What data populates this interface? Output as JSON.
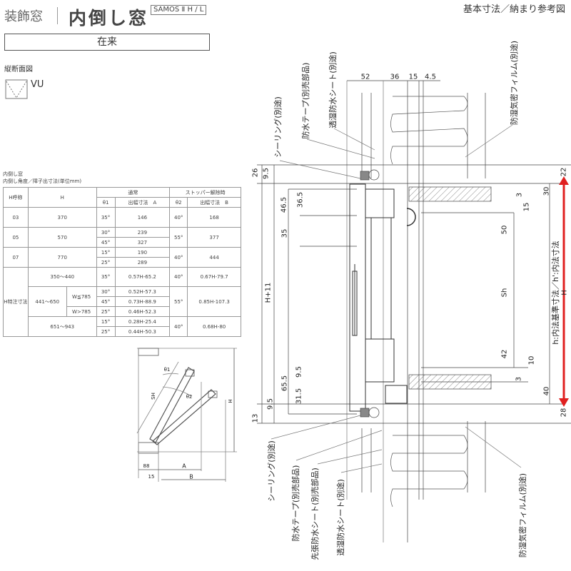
{
  "header": {
    "category": "装飾窓",
    "title": "内倒し窓",
    "series_badge": "SAMOS Ⅱ H / L",
    "page_title": "基本寸法／納まり参考図"
  },
  "construction_tab": "在来",
  "section_label": "縦断面図",
  "vu_label": "VU",
  "table": {
    "caption1": "内倒し窓",
    "caption2": "内倒し角度／障子出寸法(単位mm)",
    "h_name": "H呼称",
    "h": "H",
    "normal": "通常",
    "stopper": "ストッパー解除時",
    "theta1": "θ1",
    "width_a": "出幅寸法　A",
    "theta2": "θ2",
    "width_b": "出幅寸法　B",
    "rows": [
      {
        "name": "03",
        "h": "370",
        "t1": [
          "35°"
        ],
        "a": [
          "146"
        ],
        "t2": "40°",
        "b": "168"
      },
      {
        "name": "05",
        "h": "570",
        "t1": [
          "30°",
          "45°"
        ],
        "a": [
          "239",
          "327"
        ],
        "t2": "55°",
        "b": "377"
      },
      {
        "name": "07",
        "h": "770",
        "t1": [
          "15°",
          "25°"
        ],
        "a": [
          "190",
          "289"
        ],
        "t2": "40°",
        "b": "444"
      }
    ],
    "special": {
      "name": "H特注寸法",
      "r1": {
        "h": "350～440",
        "t1": "35°",
        "a": "0.57H-65.2",
        "t2": "40°",
        "b": "0.67H-79.7"
      },
      "r2": {
        "h": "441～650",
        "w1": "W≦785",
        "w2": "W>785",
        "t1": [
          "30°",
          "45°",
          "25°"
        ],
        "a": [
          "0.52H-57.3",
          "0.73H-88.9",
          "0.46H-52.3"
        ],
        "t2": "55°",
        "b": "0.85H-107.3"
      },
      "r3": {
        "h": "651～943",
        "t1": [
          "15°",
          "25°"
        ],
        "a": [
          "0.28H-25.4",
          "0.44H-50.3"
        ],
        "t2": "40°",
        "b": "0.68H-80"
      }
    }
  },
  "small_diagram": {
    "theta1": "θ1",
    "theta2": "θ2",
    "sh": "SH",
    "h": "H",
    "a": "A",
    "b": "B",
    "d88": "88",
    "d15": "15"
  },
  "section": {
    "top_dims": [
      "52",
      "36",
      "15",
      "4.5"
    ],
    "left_dims": {
      "d26": "26",
      "d9_5a": "9.5",
      "d46_5": "46.5",
      "d36_5": "36.5",
      "d35": "35",
      "h11": "H+11",
      "d65_5": "65.5",
      "d9_5b": "9.5",
      "d31_5": "31.5",
      "d9_5c": "9.5",
      "d13": "13"
    },
    "mid_dims": {
      "d50": "50",
      "sh": "Sh",
      "d42": "42",
      "d10": "10",
      "d3a": "3",
      "d15": "15",
      "d3b": "3"
    },
    "right_dims": {
      "d30": "30",
      "d22": "22",
      "d40": "40",
      "d28": "28",
      "h_label": "h:内法基準寸法／h':内法寸法",
      "H": "H"
    },
    "top_labels": [
      "シーリング(別途)",
      "防水テープ(別売部品)",
      "透湿防水シート(別途)",
      "防湿気密フィルム(別途)"
    ],
    "bottom_labels": [
      "シーリング(別途)",
      "防水テープ(別売部品)",
      "先張防水シート(別売部品)",
      "透湿防水シート(別途)",
      "防湿気密フィルム(別途)"
    ],
    "arrow_color": "#e02020"
  }
}
